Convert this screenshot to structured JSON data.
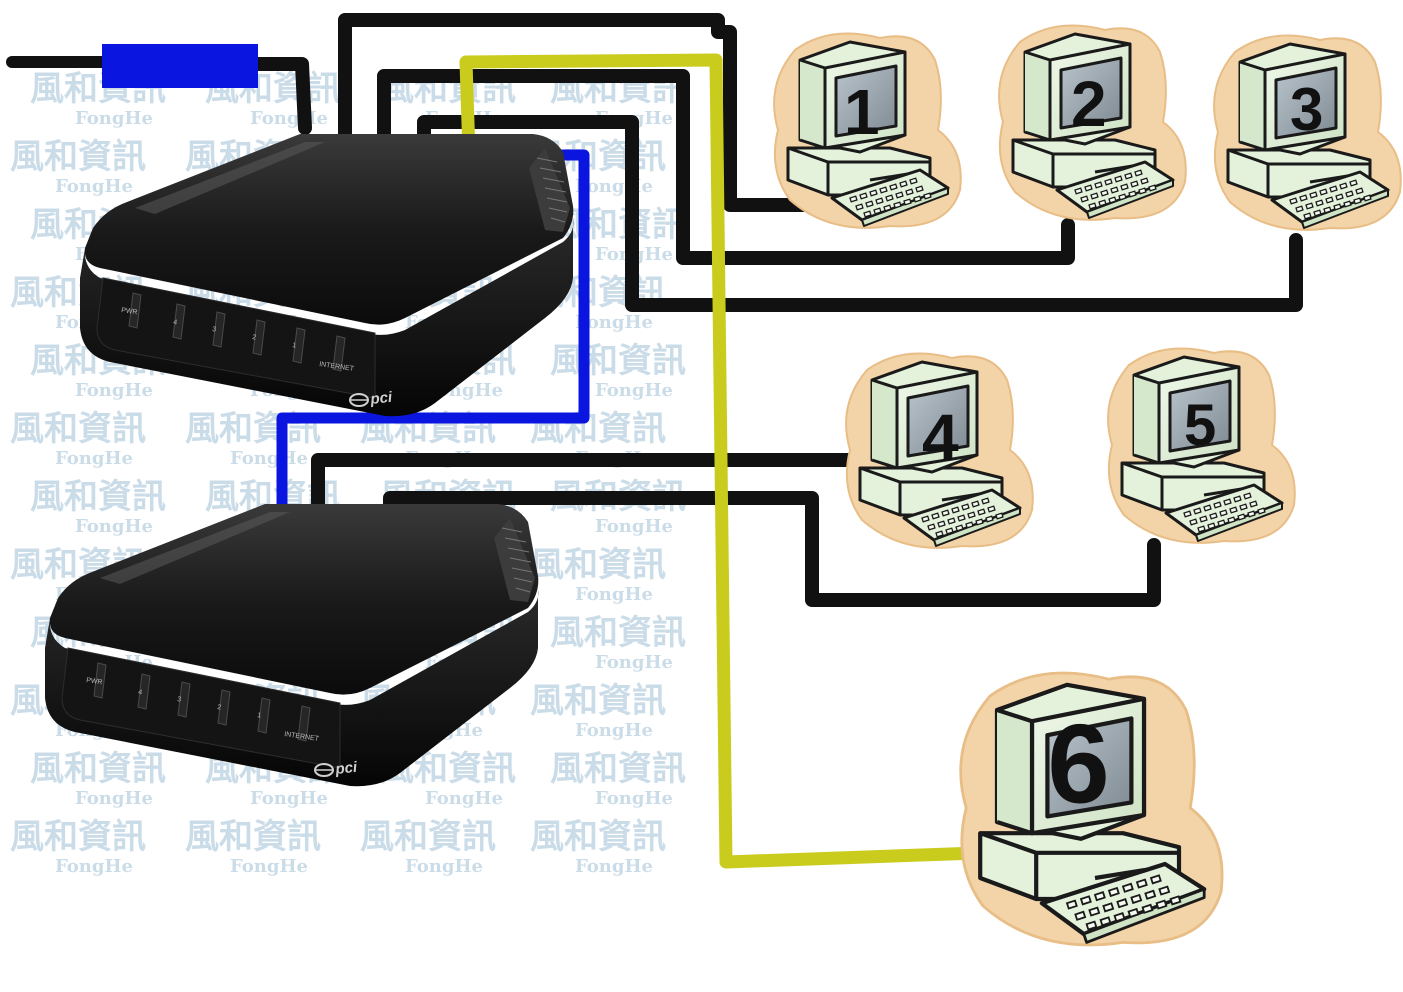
{
  "watermark": {
    "cjk": "風和資訊",
    "latin": "FongHe"
  },
  "routers": [
    {
      "id": "router-top",
      "port_labels": [
        "PWR",
        "4",
        "3",
        "2",
        "1",
        "INTERNET"
      ],
      "brand": "pci"
    },
    {
      "id": "router-bottom",
      "port_labels": [
        "PWR",
        "4",
        "3",
        "2",
        "1",
        "INTERNET"
      ],
      "brand": "pci"
    }
  ],
  "computers": [
    {
      "number": "1"
    },
    {
      "number": "2"
    },
    {
      "number": "3"
    },
    {
      "number": "4"
    },
    {
      "number": "5"
    },
    {
      "number": "6"
    }
  ],
  "colors": {
    "cable_black": "#111111",
    "cable_blue": "#0a16e0",
    "cable_yellow": "#c9cc1c",
    "modem_blue": "#0a16e0",
    "monitor_green": "#e4f2dc",
    "pc_halo": "#f3d4a8",
    "router_body": "#1b1b1b"
  },
  "icons": {
    "modem": "modem-icon",
    "router": "router-icon",
    "computer": "desktop-computer-icon"
  }
}
